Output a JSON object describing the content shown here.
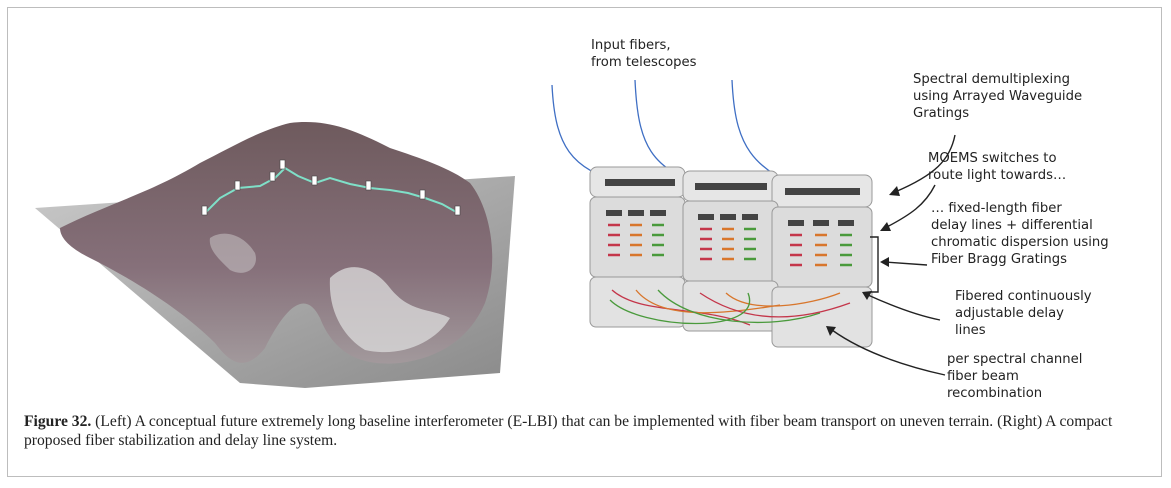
{
  "labels": {
    "input_fibers": "Input fibers,\nfrom telescopes",
    "spectral_demux": "Spectral demultiplexing\nusing Arrayed Waveguide\nGratings",
    "moems": "MOEMS switches to\nroute light towards…",
    "delay_lines": "… fixed-length fiber\ndelay lines + differential\nchromatic dispersion using\nFiber Bragg Gratings",
    "adjustable": "Fibered continuously\nadjustable delay\nlines",
    "recombination": "per spectral channel\nfiber beam\nrecombination"
  },
  "caption": {
    "figure_label": "Figure 32.",
    "text": " (Left) A conceptual future extremely long baseline interferometer (E-LBI) that can be implemented with fiber beam transport on uneven terrain. (Right) A compact proposed fiber stabilization and delay line system."
  },
  "colors": {
    "fiber_blue": "#3f6fc4",
    "terrain": "#7a6366",
    "link": "#7fe0c8",
    "red": "#c4364a",
    "orange": "#d8762c",
    "green": "#4a9a3c"
  }
}
